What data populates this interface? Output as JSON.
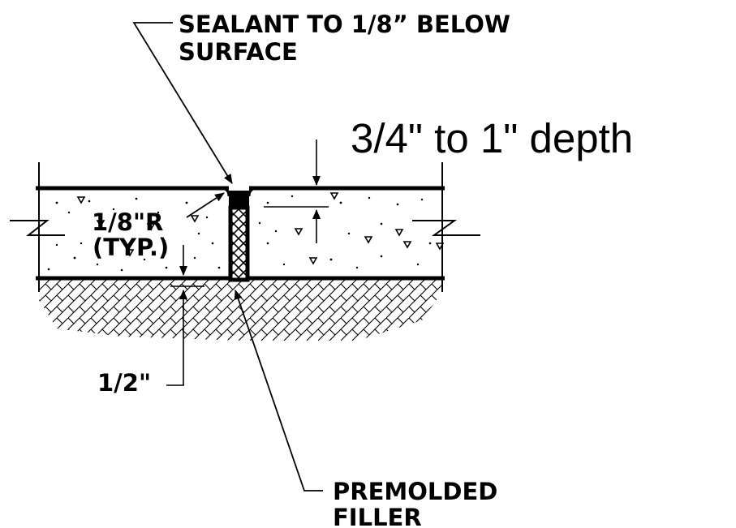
{
  "labels": {
    "sealant_line1": "SEALANT TO 1/8” BELOW",
    "sealant_line2": "SURFACE",
    "depth": "3/4\" to 1\" depth",
    "radius_line1": "1/8\"R",
    "radius_line2": "(TYP.)",
    "half_inch": "1/2\"",
    "filler_line1": "PREMOLDED",
    "filler_line2": "FILLER"
  },
  "colors": {
    "ink": "#000000",
    "background": "#ffffff"
  }
}
